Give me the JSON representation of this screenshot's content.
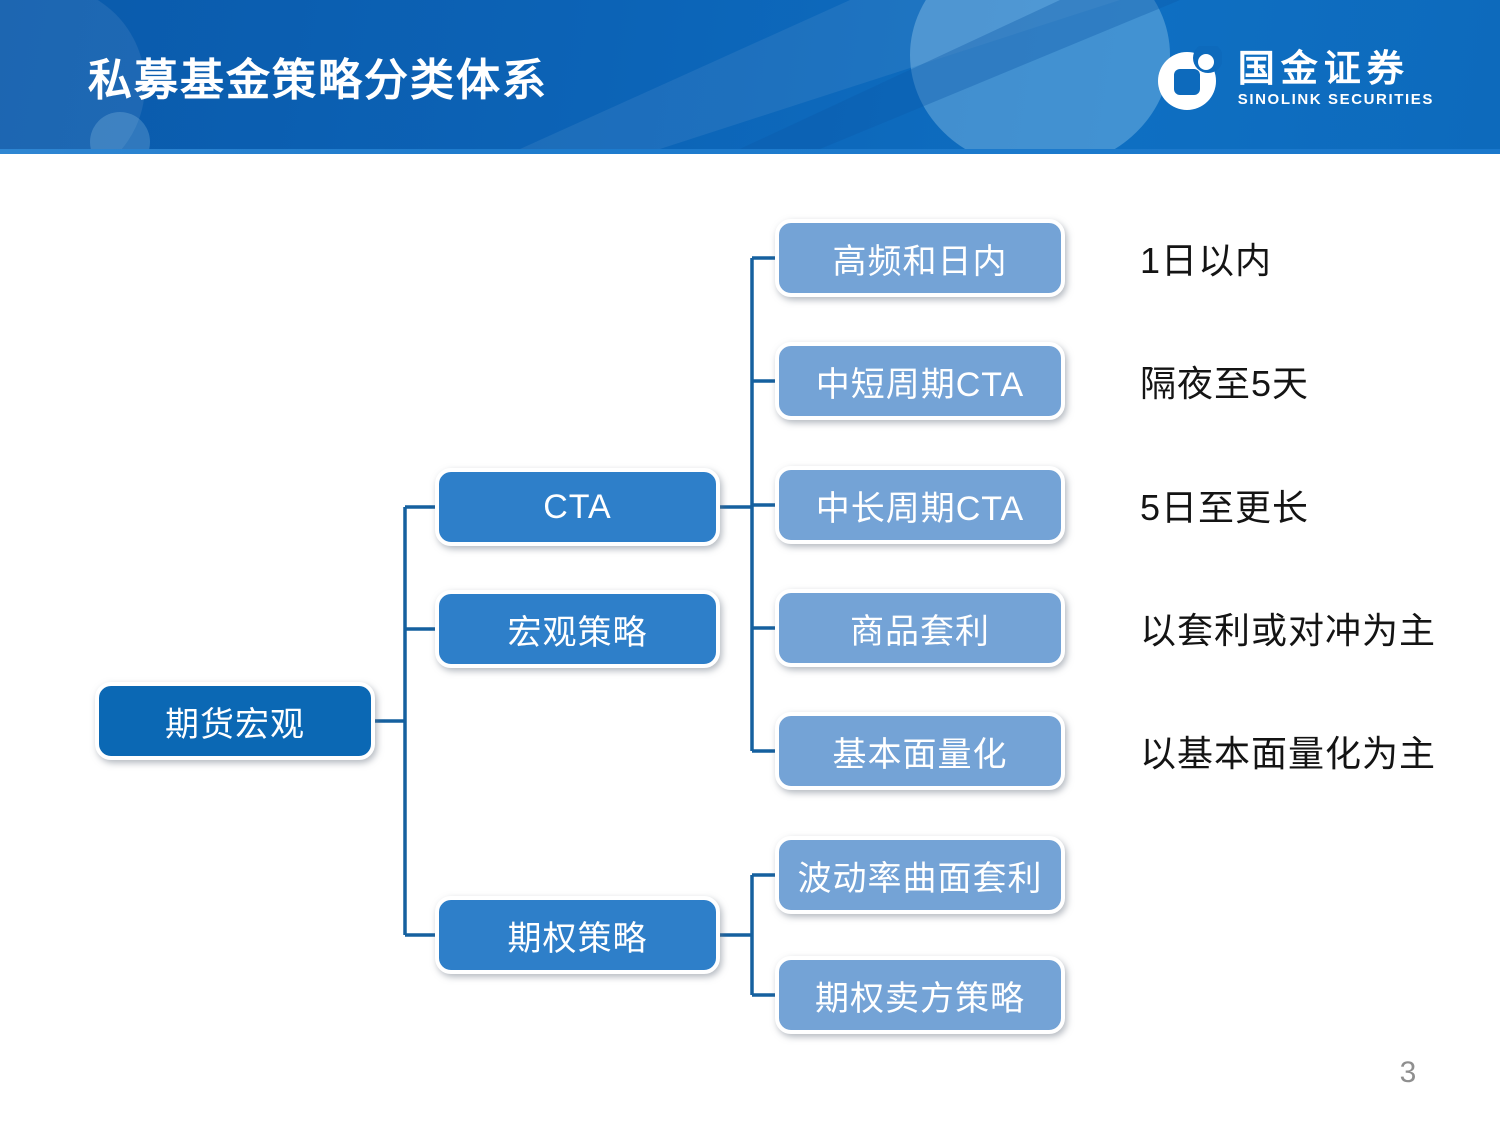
{
  "header": {
    "title": "私募基金策略分类体系",
    "logo": {
      "cn": "国金证券",
      "en": "SINOLINK SECURITIES"
    }
  },
  "diagram": {
    "root": {
      "label": "期货宏观"
    },
    "branches": [
      {
        "label": "CTA"
      },
      {
        "label": "宏观策略"
      },
      {
        "label": "期权策略"
      }
    ],
    "leaves": [
      {
        "label": "高频和日内",
        "note": "1日以内"
      },
      {
        "label": "中短周期CTA",
        "note": "隔夜至5天"
      },
      {
        "label": "中长周期CTA",
        "note": "5日至更长"
      },
      {
        "label": "商品套利",
        "note": "以套利或对冲为主"
      },
      {
        "label": "基本面量化",
        "note": "以基本面量化为主"
      },
      {
        "label": "波动率曲面套利",
        "note": ""
      },
      {
        "label": "期权卖方策略",
        "note": ""
      }
    ],
    "colors": {
      "root_fill": "#0b68b4",
      "branch_fill": "#2e7fc9",
      "leaf_fill": "#74a3d6",
      "connector": "#15609f",
      "header_blue": "#0d6abc"
    }
  },
  "footer": {
    "page_number": "3"
  }
}
